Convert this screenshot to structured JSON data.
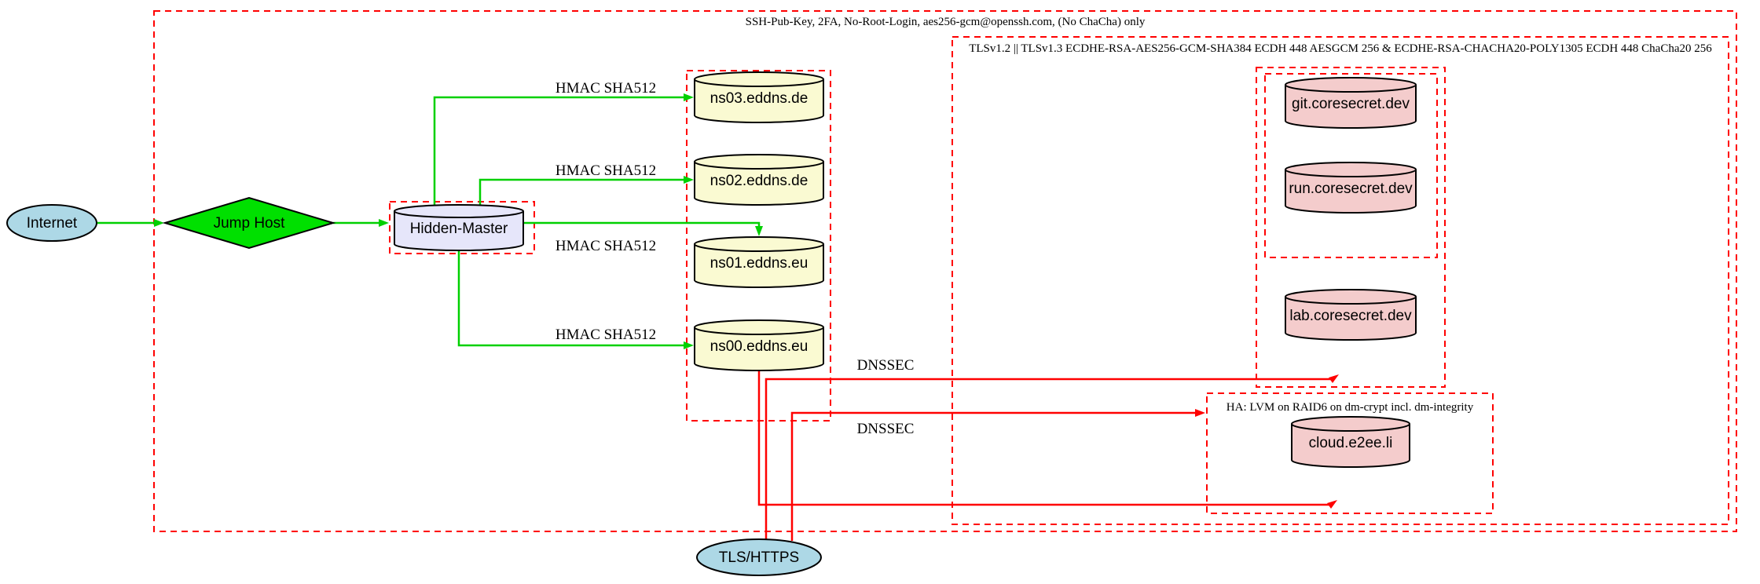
{
  "diagram": {
    "clusters": {
      "ssh": {
        "label": "SSH-Pub-Key, 2FA, No-Root-Login, aes256-gcm@openssh.com, (No ChaCha) only"
      },
      "tls": {
        "label": "TLSv1.2 || TLSv1.3 ECDHE-RSA-AES256-GCM-SHA384 ECDH 448 AESGCM 256 & ECDHE-RSA-CHACHA20-POLY1305 ECDH 448 ChaCha20 256"
      },
      "ha": {
        "label": "HA: LVM on RAID6 on dm-crypt incl. dm-integrity"
      }
    },
    "nodes": {
      "internet": {
        "label": "Internet",
        "fill": "#ADD8E6",
        "shape": "ellipse"
      },
      "jump_host": {
        "label": "Jump Host",
        "fill": "#00E000",
        "shape": "diamond"
      },
      "hidden_master": {
        "label": "Hidden-Master",
        "fill": "#E6E6FA",
        "shape": "cylinder"
      },
      "ns03": {
        "label": "ns03.eddns.de",
        "fill": "#FAFAD2",
        "shape": "cylinder"
      },
      "ns02": {
        "label": "ns02.eddns.de",
        "fill": "#FAFAD2",
        "shape": "cylinder"
      },
      "ns01": {
        "label": "ns01.eddns.eu",
        "fill": "#FAFAD2",
        "shape": "cylinder"
      },
      "ns00": {
        "label": "ns00.eddns.eu",
        "fill": "#FAFAD2",
        "shape": "cylinder"
      },
      "git": {
        "label": "git.coresecret.dev",
        "fill": "#F4CCCC",
        "shape": "cylinder"
      },
      "run": {
        "label": "run.coresecret.dev",
        "fill": "#F4CCCC",
        "shape": "cylinder"
      },
      "lab": {
        "label": "lab.coresecret.dev",
        "fill": "#F4CCCC",
        "shape": "cylinder"
      },
      "cloud": {
        "label": "cloud.e2ee.li",
        "fill": "#F4CCCC",
        "shape": "cylinder"
      },
      "tls_https": {
        "label": "TLS/HTTPS",
        "fill": "#ADD8E6",
        "shape": "ellipse"
      }
    },
    "edge_labels": {
      "hmac": [
        "HMAC SHA512",
        "HMAC SHA512",
        "HMAC SHA512",
        "HMAC SHA512"
      ],
      "dnssec": [
        "DNSSEC",
        "DNSSEC"
      ]
    },
    "colors": {
      "green": "#00D000",
      "red": "#FF0000",
      "black": "#000000",
      "cluster_border": "#FF0000"
    }
  }
}
